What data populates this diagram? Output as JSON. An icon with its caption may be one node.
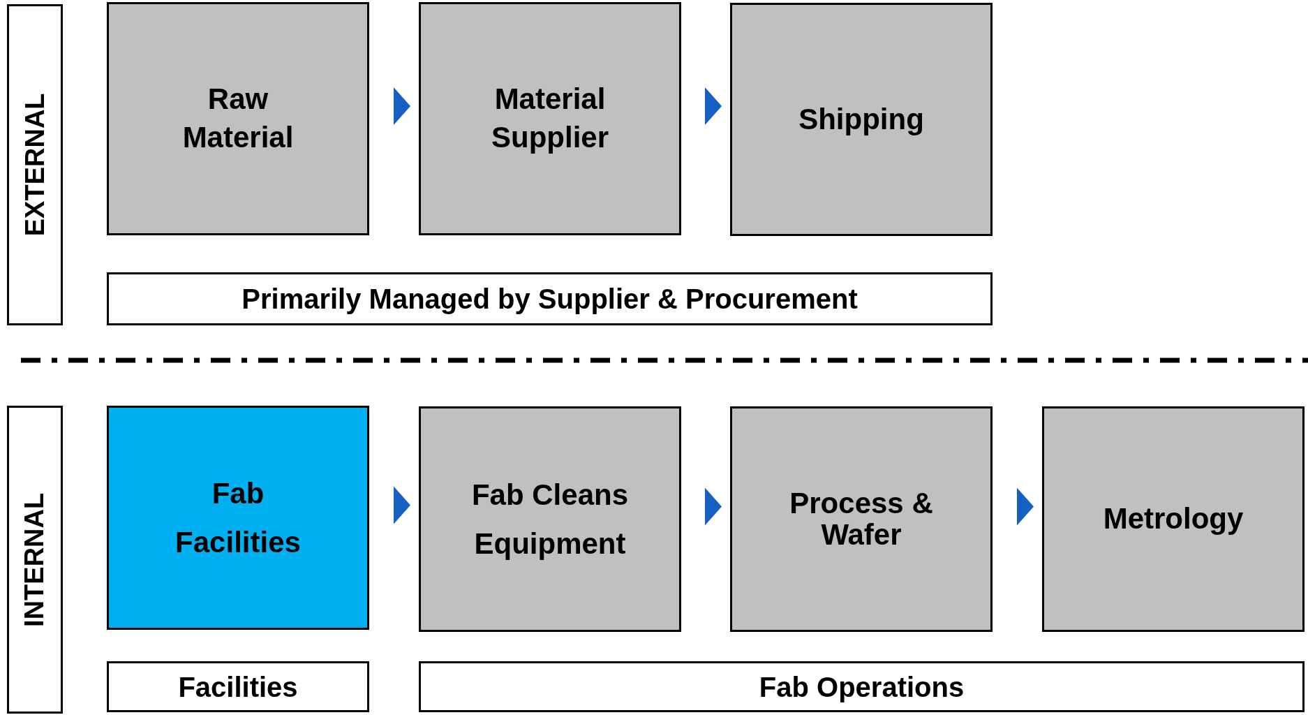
{
  "diagram": {
    "nodes": [
      {
        "text": [
          "EXTERNAL"
        ]
      },
      {
        "text": [
          "Raw Material"
        ]
      },
      {
        "text": [
          "Material Supplier"
        ]
      },
      {
        "text": [
          "Shipping"
        ]
      },
      {
        "text": [
          "Primarily Managed by Supplier & Procurement"
        ]
      },
      {
        "text": [
          "INTERNAL"
        ]
      },
      {
        "text": [
          "Fab Facilities"
        ]
      },
      {
        "text": [
          "Fab Cleans Equipment"
        ]
      },
      {
        "text": [
          "Process & Wafer"
        ]
      },
      {
        "text": [
          "Metrology"
        ]
      },
      {
        "text": [
          "Facilities"
        ]
      },
      {
        "text": [
          "Fab Operations"
        ]
      }
    ],
    "edges": [
      {
        "from": 1,
        "to": 2,
        "arrow": "to"
      },
      {
        "from": 2,
        "to": 3,
        "arrow": "to"
      },
      {
        "from": 6,
        "to": 7,
        "arrow": "to"
      },
      {
        "from": 7,
        "to": 8,
        "arrow": "to"
      },
      {
        "from": 8,
        "to": 9,
        "arrow": "to"
      }
    ]
  }
}
